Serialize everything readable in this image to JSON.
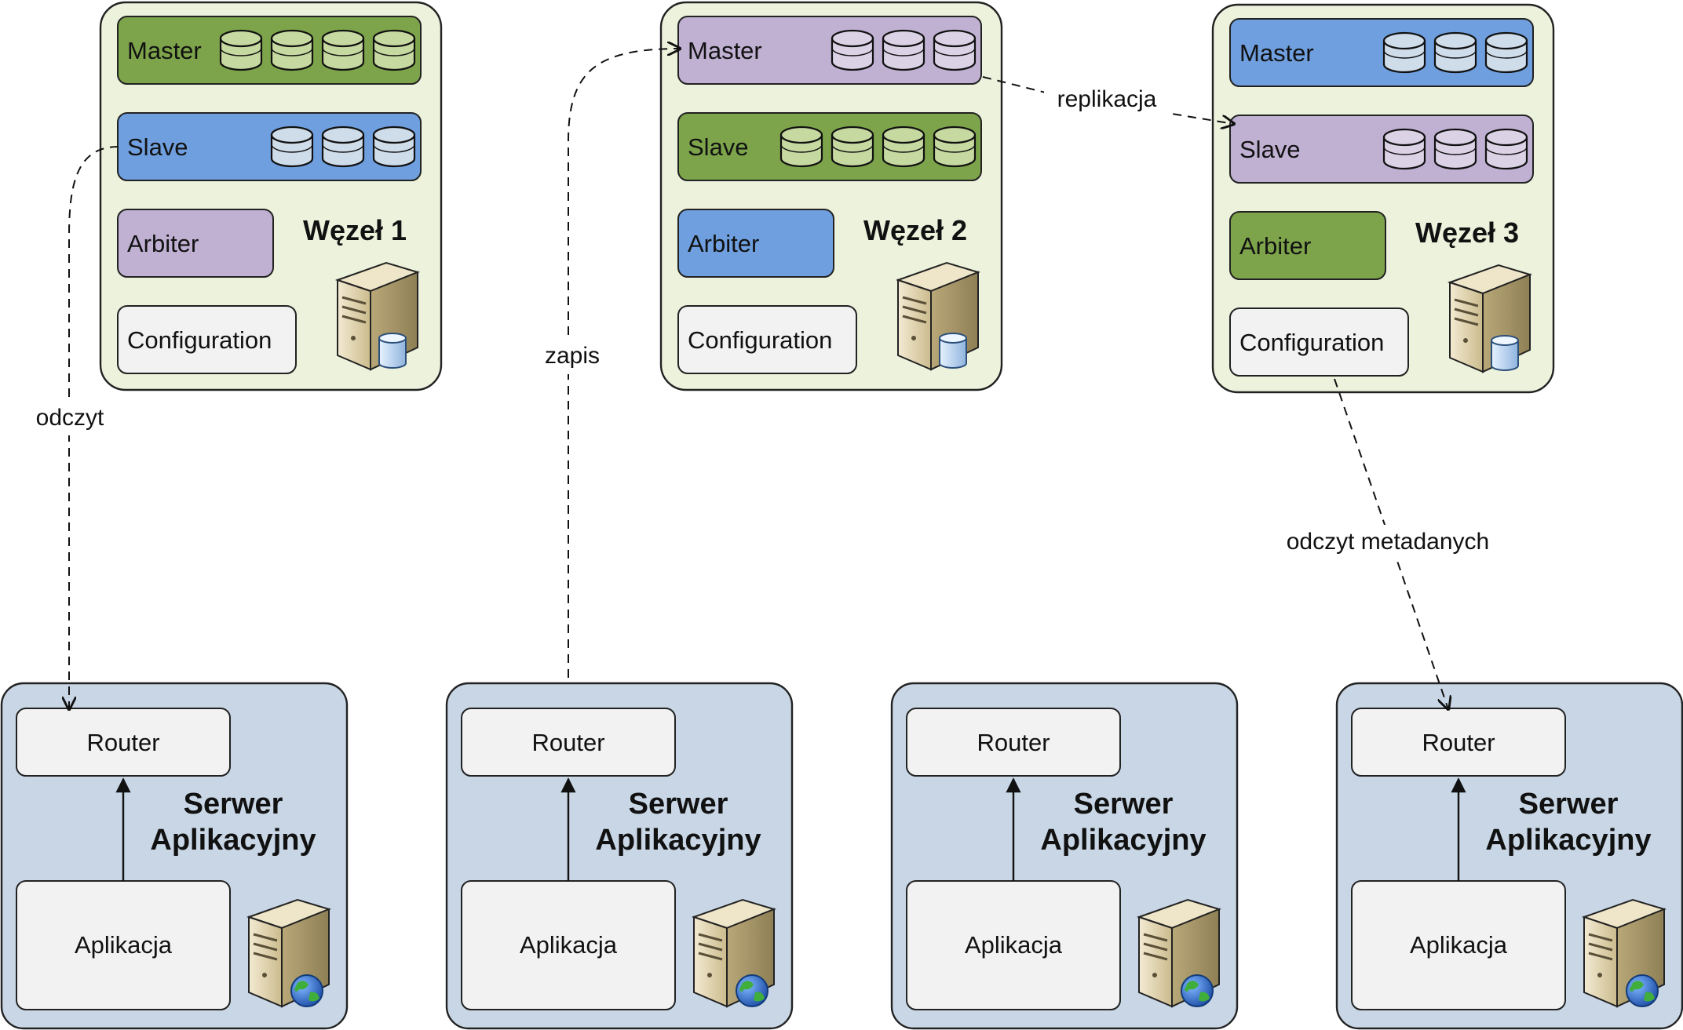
{
  "colors": {
    "node_bg": "#ecf2dc",
    "app_bg": "#c8d6e5",
    "green": "#7da44b",
    "blue": "#6f9fde",
    "purple": "#c0b1d3",
    "config": "#f2f2f2",
    "disk_green": "#c6d9a0",
    "disk_blue": "#cfdcea",
    "disk_purple": "#dcd2e6"
  },
  "nodes": [
    {
      "title": "Węzeł 1",
      "roles": [
        {
          "label": "Master",
          "color": "green",
          "disks": 4
        },
        {
          "label": "Slave",
          "color": "blue",
          "disks": 3
        },
        {
          "label": "Arbiter",
          "color": "purple",
          "disks": 0
        },
        {
          "label": "Configuration",
          "color": "config",
          "disks": 0
        }
      ]
    },
    {
      "title": "Węzeł 2",
      "roles": [
        {
          "label": "Master",
          "color": "purple",
          "disks": 3
        },
        {
          "label": "Slave",
          "color": "green",
          "disks": 4
        },
        {
          "label": "Arbiter",
          "color": "blue",
          "disks": 0
        },
        {
          "label": "Configuration",
          "color": "config",
          "disks": 0
        }
      ]
    },
    {
      "title": "Węzeł 3",
      "roles": [
        {
          "label": "Master",
          "color": "blue",
          "disks": 3
        },
        {
          "label": "Slave",
          "color": "purple",
          "disks": 3
        },
        {
          "label": "Arbiter",
          "color": "green",
          "disks": 0
        },
        {
          "label": "Configuration",
          "color": "config",
          "disks": 0
        }
      ]
    }
  ],
  "app_servers": [
    {
      "title_line1": "Serwer",
      "title_line2": "Aplikacyjny",
      "router_label": "Router",
      "app_label": "Aplikacja"
    },
    {
      "title_line1": "Serwer",
      "title_line2": "Aplikacyjny",
      "router_label": "Router",
      "app_label": "Aplikacja"
    },
    {
      "title_line1": "Serwer",
      "title_line2": "Aplikacyjny",
      "router_label": "Router",
      "app_label": "Aplikacja"
    },
    {
      "title_line1": "Serwer",
      "title_line2": "Aplikacyjny",
      "router_label": "Router",
      "app_label": "Aplikacja"
    }
  ],
  "edges": {
    "read": "odczyt",
    "write": "zapis",
    "replication": "replikacja",
    "metadata_read": "odczyt metadanych"
  }
}
